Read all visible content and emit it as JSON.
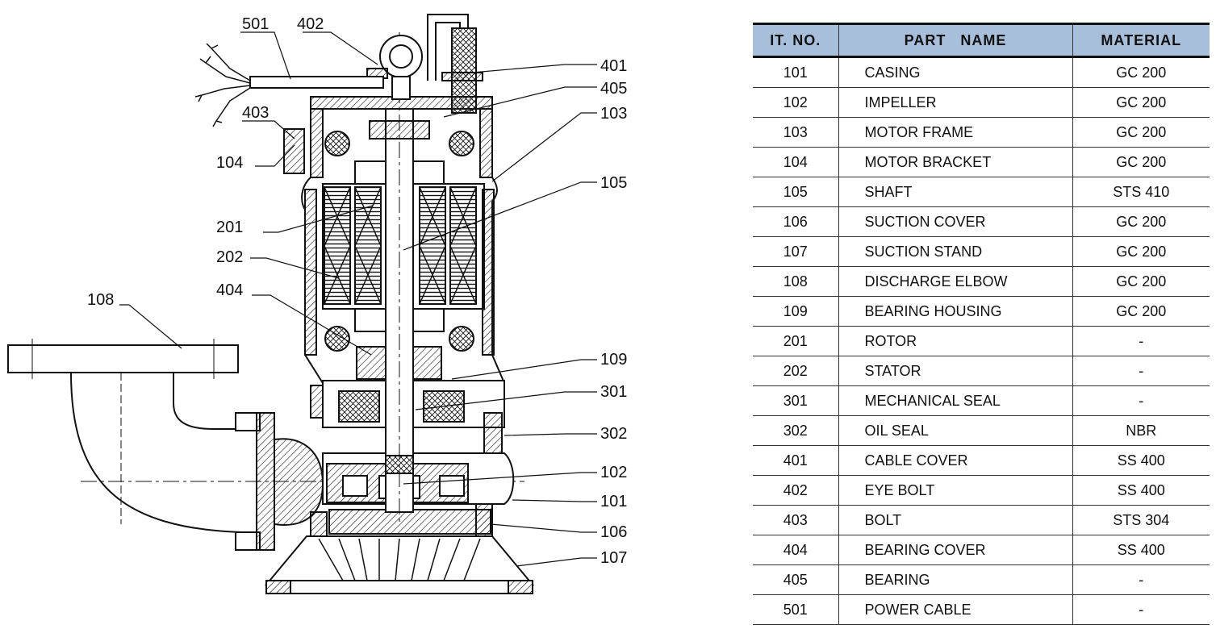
{
  "diagram": {
    "labels": {
      "l501": "501",
      "l402": "402",
      "l401": "401",
      "l405": "405",
      "l103": "103",
      "l403": "403",
      "l104": "104",
      "l105": "105",
      "l201": "201",
      "l202": "202",
      "l404": "404",
      "l108": "108",
      "l109": "109",
      "l301": "301",
      "l302": "302",
      "l102": "102",
      "l101": "101",
      "l106": "106",
      "l107": "107"
    }
  },
  "table": {
    "headers": [
      "IT. NO.",
      "PART   NAME",
      "MATERIAL"
    ],
    "rows": [
      {
        "no": "101",
        "name": "CASING",
        "material": "GC 200"
      },
      {
        "no": "102",
        "name": "IMPELLER",
        "material": "GC 200"
      },
      {
        "no": "103",
        "name": "MOTOR FRAME",
        "material": "GC 200"
      },
      {
        "no": "104",
        "name": "MOTOR BRACKET",
        "material": "GC 200"
      },
      {
        "no": "105",
        "name": "SHAFT",
        "material": "STS 410"
      },
      {
        "no": "106",
        "name": "SUCTION COVER",
        "material": "GC 200"
      },
      {
        "no": "107",
        "name": "SUCTION STAND",
        "material": "GC 200"
      },
      {
        "no": "108",
        "name": "DISCHARGE ELBOW",
        "material": "GC 200"
      },
      {
        "no": "109",
        "name": "BEARING HOUSING",
        "material": "GC 200"
      },
      {
        "no": "201",
        "name": "ROTOR",
        "material": "-"
      },
      {
        "no": "202",
        "name": "STATOR",
        "material": "-"
      },
      {
        "no": "301",
        "name": "MECHANICAL SEAL",
        "material": "-"
      },
      {
        "no": "302",
        "name": "OIL SEAL",
        "material": "NBR"
      },
      {
        "no": "401",
        "name": "CABLE COVER",
        "material": "SS 400"
      },
      {
        "no": "402",
        "name": "EYE BOLT",
        "material": "SS 400"
      },
      {
        "no": "403",
        "name": "BOLT",
        "material": "STS 304"
      },
      {
        "no": "404",
        "name": "BEARING COVER",
        "material": "SS 400"
      },
      {
        "no": "405",
        "name": "BEARING",
        "material": "-"
      },
      {
        "no": "501",
        "name": "POWER CABLE",
        "material": "-"
      }
    ]
  }
}
